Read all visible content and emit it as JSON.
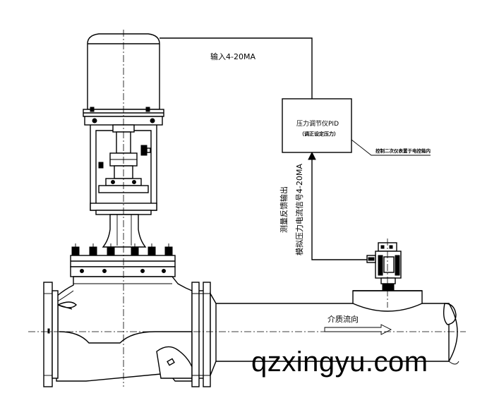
{
  "labels": {
    "input_signal": "输入4-20MA",
    "pid_line1": "压力调节仪PID",
    "pid_line2": "（调正设定压力）",
    "side_note": "控制二次仪表置于电控箱内",
    "output_line1": "测量反馈输出",
    "output_line2": "模拟压力电流信号4-20MA",
    "flow_direction": "介质流向"
  },
  "watermark": "qzxingyu.com"
}
